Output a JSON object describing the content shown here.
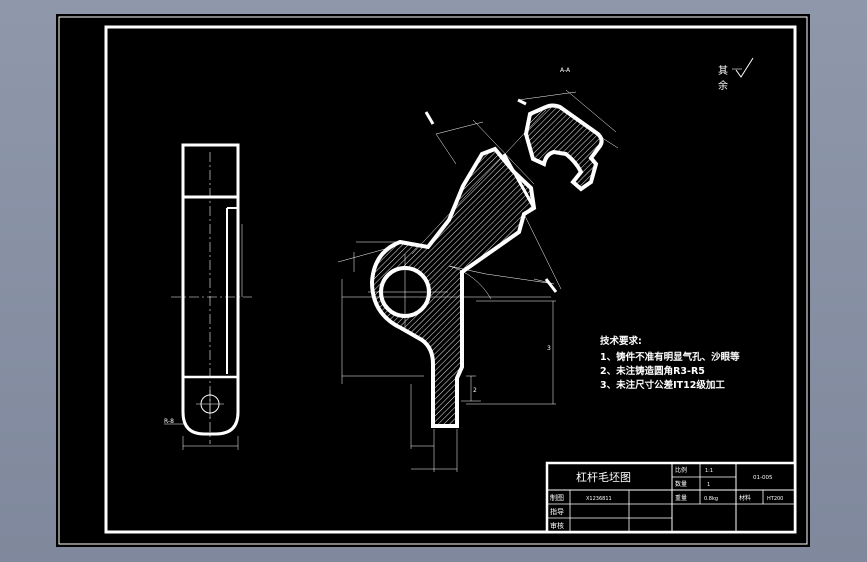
{
  "roughness_note": {
    "label_line1": "其",
    "label_line2": "余",
    "symbol": "√"
  },
  "technical_requirements": {
    "title": "技术要求:",
    "items": [
      "1、铸件不准有明显气孔、沙眼等",
      "2、未注铸造圆角R3-R5",
      "3、未注尺寸公差IT12级加工"
    ]
  },
  "title_block": {
    "part_name": "杠杆毛坯图",
    "ratio_label": "比例",
    "ratio_value": "1:1",
    "qty_label": "数量",
    "qty_value": "1",
    "drawing_no": "01-005",
    "weight_label": "重量",
    "weight_value": "0.8kg",
    "material_label": "材料",
    "material_value": "HT200",
    "drawn_label": "制图",
    "drawn_value": "X1236811",
    "guide_label": "指导",
    "review_label": "审核"
  },
  "dimensions": {
    "section_view_label": "A-A",
    "left_hole_label": "R-8",
    "vertical_dim": "3",
    "small_dim": "2"
  }
}
